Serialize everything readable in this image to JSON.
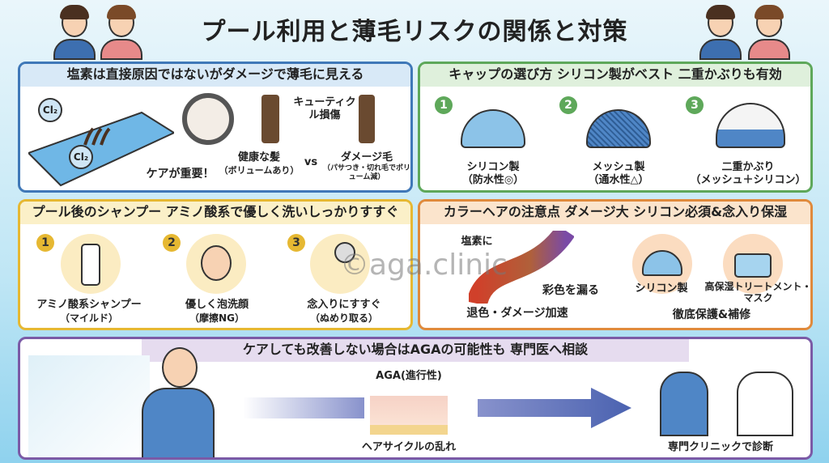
{
  "title": "プール利用と薄毛リスクの関係と対策",
  "watermark": "©aga.clinic",
  "panel_chlorine": {
    "heading": "塩素は直接原因ではないがダメージで薄毛に見える",
    "chem": "Cl₂",
    "care": "ケアが重要！",
    "cuticle": "キューティクル損傷",
    "healthy": "健康な髪",
    "healthy_sub": "（ボリュームあり）",
    "vs": "vs",
    "damaged": "ダメージ毛",
    "damaged_sub": "（パサつき・切れ毛でボリューム減）"
  },
  "panel_cap": {
    "heading": "キャップの選び方 シリコン製がベスト 二重かぶりも有効",
    "items": [
      {
        "num": "1",
        "label": "シリコン製",
        "sub": "（防水性◎）"
      },
      {
        "num": "2",
        "label": "メッシュ製",
        "sub": "（通水性△）"
      },
      {
        "num": "3",
        "label": "二重かぶり",
        "sub": "（メッシュ＋シリコン）"
      }
    ]
  },
  "panel_shampoo": {
    "heading": "プール後のシャンプー アミノ酸系で優しく洗いしっかりすすぐ",
    "items": [
      {
        "num": "1",
        "label": "アミノ酸系シャンプー",
        "sub": "（マイルド）"
      },
      {
        "num": "2",
        "label": "優しく泡洗顔",
        "sub": "（摩擦NG）"
      },
      {
        "num": "3",
        "label": "念入りにすすぐ",
        "sub": "（ぬめり取る）"
      }
    ]
  },
  "panel_color": {
    "heading": "カラーヘアの注意点 ダメージ大 シリコン必須&念入り保湿",
    "chlorine": "塩素に",
    "leak": "彩色を漏る",
    "result_left": "退色・ダメージ加速",
    "cap": "シリコン製",
    "treatment": "高保湿トリートメント・マスク",
    "result_right": "徹底保護&補修"
  },
  "panel_aga": {
    "heading": "ケアしても改善しない場合はAGAの可能性も 専門医へ相談",
    "aga": "AGA(進行性)",
    "cycle": "ヘアサイクルの乱れ",
    "clinic": "専門クリニックで診断"
  },
  "colors": {
    "blue": "#3f78b8",
    "green": "#5ea85a",
    "yellow": "#e6b832",
    "orange": "#e08a3c",
    "purple": "#7b5aa6"
  }
}
